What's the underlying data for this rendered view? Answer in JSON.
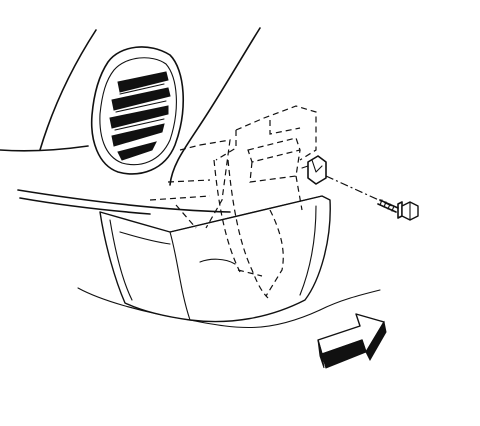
{
  "diagram": {
    "components": {
      "body_panel": "vehicle-body-panel",
      "vent_grille": "vent-grille",
      "bumper_fascia": "bumper-fascia",
      "mounting_bracket": "mounting-bracket",
      "clip": "retaining-clip",
      "bolt": "hex-flange-bolt",
      "direction_arrow": "forward-direction-arrow"
    },
    "colors": {
      "ink": "#111111",
      "background": "#ffffff"
    }
  }
}
